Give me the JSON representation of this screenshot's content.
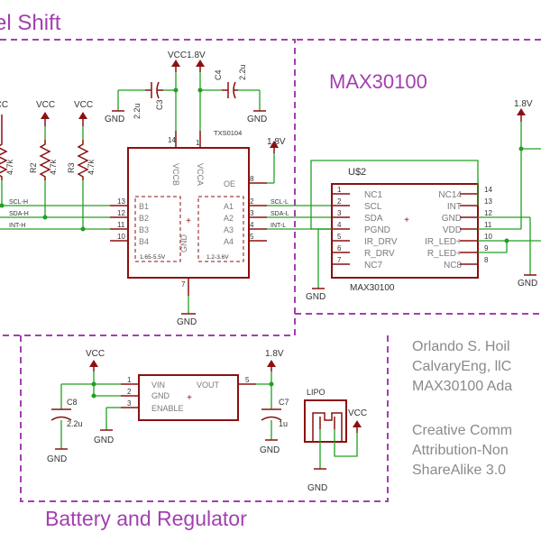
{
  "sections": {
    "level_shift": "el Shift",
    "max30100": "MAX30100",
    "battery": "Battery and Regulator"
  },
  "level_shifter": {
    "part": "TXS0104",
    "vccb": "VCCB",
    "vcca": "VCCA",
    "gnd": "GND",
    "oe": "OE",
    "b_pins": [
      "B1",
      "B2",
      "B3",
      "B4"
    ],
    "a_pins": [
      "A1",
      "A2",
      "A3",
      "A4"
    ],
    "b_nums": [
      "13",
      "12",
      "11",
      "10"
    ],
    "a_nums": [
      "2",
      "3",
      "4",
      "5"
    ],
    "pin14": "14",
    "pin1": "1",
    "pin8": "8",
    "pin7": "7",
    "range_b": "1.65-5.5V",
    "range_a": "1.2-3.6V"
  },
  "nets": {
    "scl_h": "SCL-H",
    "sda_h": "SDA-H",
    "int_h": "INT-H",
    "scl_l": "SCL-L",
    "sda_l": "SDA-L",
    "int_l": "INT-L",
    "vcc": "VCC",
    "v18": "1.8V",
    "vcc_18": "VCC1.8V",
    "gnd": "GND"
  },
  "components": {
    "r2": "R2",
    "r3": "R3",
    "r_val": "4.7k",
    "r1_val": "4.7k",
    "c3": "C3",
    "c3_val": "2.2u",
    "c4": "C4",
    "c4_val": "2.2u",
    "c8": "C8",
    "c8_val": "2.2u",
    "c7": "C7",
    "c7_val": "1u",
    "lipo": "LIPO"
  },
  "max_ic": {
    "ref": "U$2",
    "name": "MAX30100",
    "left_pins": [
      "NC1",
      "SCL",
      "SDA",
      "PGND",
      "IR_DRV",
      "R_DRV",
      "NC7"
    ],
    "left_nums": [
      "1",
      "2",
      "3",
      "4",
      "5",
      "6",
      "7"
    ],
    "right_pins": [
      "NC14",
      "INT",
      "GND",
      "VDD",
      "IR_LED+",
      "R_LED+",
      "NC8"
    ],
    "right_nums": [
      "14",
      "13",
      "12",
      "11",
      "10",
      "9",
      "8"
    ]
  },
  "regulator": {
    "vin": "VIN",
    "vout": "VOUT",
    "gnd": "GND",
    "enable": "ENABLE",
    "pins_left": [
      "1",
      "2",
      "3"
    ],
    "pin_right": "5"
  },
  "credits": {
    "line1": "Orlando S. Hoil",
    "line2": "CalvaryEng, llC",
    "line3": "MAX30100 Ada",
    "line4": "Creative Comm",
    "line5": "Attribution-Non",
    "line6": "ShareAlike 3.0"
  }
}
